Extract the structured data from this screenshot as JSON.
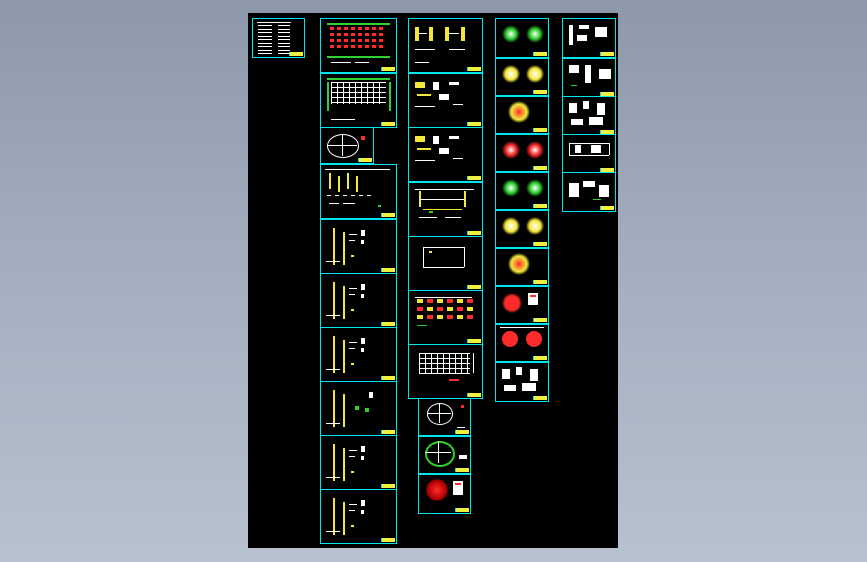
{
  "app": {
    "view": "cad-drawing-preview"
  },
  "colors": {
    "background_top": "#8d99ab",
    "background_bottom": "#b7c1cf",
    "sheet": "#000000",
    "frame": "#00e5ee",
    "title_block": "#f0f040",
    "line_white": "#ffffff",
    "line_yellow": "#f5e63a",
    "line_red": "#ff2b2b",
    "line_green": "#2fd12f"
  },
  "columns": [
    {
      "name": "column-index",
      "sheets": 1
    },
    {
      "name": "column-2",
      "sheets": 10
    },
    {
      "name": "column-3",
      "sheets": 10
    },
    {
      "name": "column-4",
      "sheets": 10
    },
    {
      "name": "column-5",
      "sheets": 5
    }
  ]
}
